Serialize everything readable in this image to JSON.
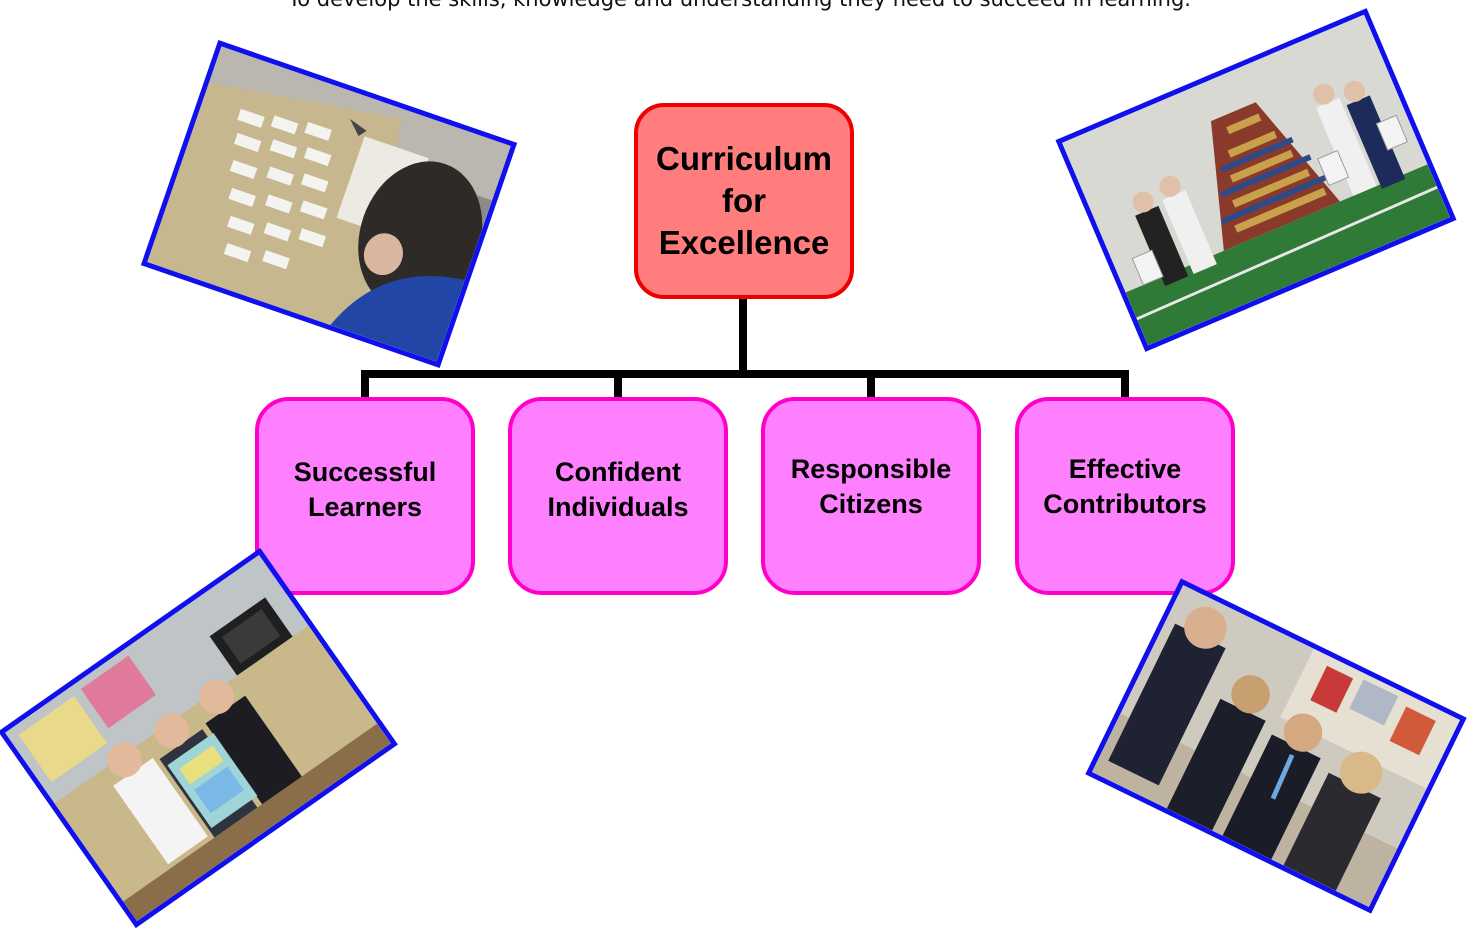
{
  "intro_text": "To develop the skills, knowledge and understanding they need to succeed in learning.",
  "root": {
    "line1": "Curriculum",
    "line2": "for",
    "line3": "Excellence"
  },
  "capacities": [
    {
      "line1": "Successful",
      "line2": "Learners"
    },
    {
      "line1": "Confident",
      "line2": "Individuals"
    },
    {
      "line1": "Responsible",
      "line2": "Citizens"
    },
    {
      "line1": "Effective",
      "line2": "Contributors"
    }
  ],
  "colors": {
    "root_fill": "#ff7d7d",
    "root_border": "#ee0000",
    "child_fill": "#ff80ff",
    "child_border": "#ff00cc",
    "connector": "#000000",
    "photo_frame": "#1010ee"
  }
}
